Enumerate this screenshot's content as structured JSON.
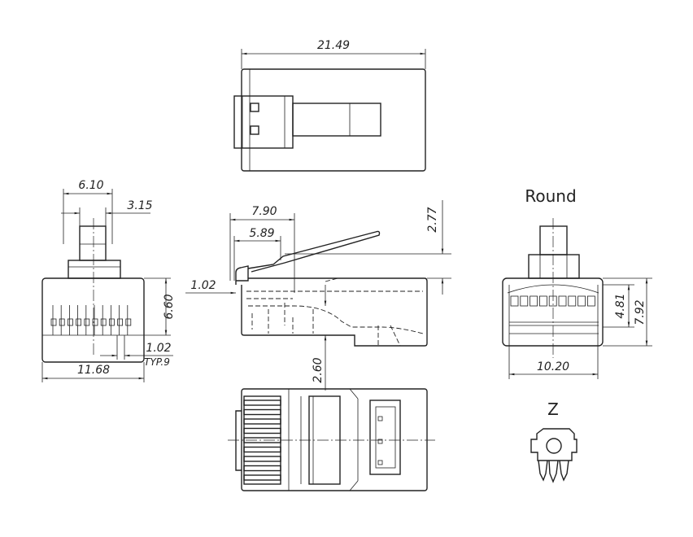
{
  "drawing": {
    "top_view": {
      "width_dim": "21.49"
    },
    "front_view": {
      "latch_outer_dim": "6.10",
      "latch_inner_dim": "3.15",
      "contact_height_dim": "6.60",
      "pitch_dim": "1.02",
      "pitch_note": "TYP.9",
      "width_dim": "11.68"
    },
    "side_view": {
      "dim_a": "7.90",
      "dim_b": "5.89",
      "dim_c": "2.77",
      "dim_d": "1.02",
      "dim_e": "2.60"
    },
    "round_view": {
      "title": "Round",
      "inner_height_dim": "4.81",
      "height_dim": "7.92",
      "width_dim": "10.20"
    },
    "z_view": {
      "title": "Z"
    }
  }
}
